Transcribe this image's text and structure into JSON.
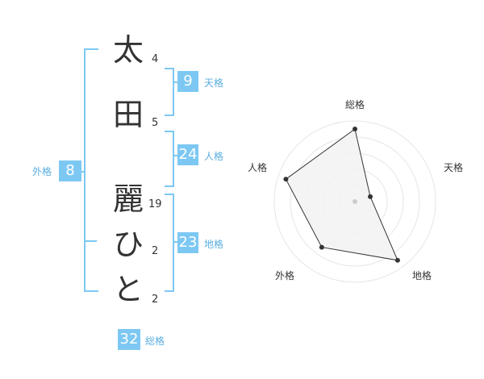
{
  "name": {
    "chars": [
      {
        "char": "太",
        "strokes": "4"
      },
      {
        "char": "田",
        "strokes": "5"
      },
      {
        "char": "麗",
        "strokes": "19"
      },
      {
        "char": "ひ",
        "strokes": "2"
      },
      {
        "char": "と",
        "strokes": "2"
      }
    ]
  },
  "kaku": {
    "tenkaku": {
      "label": "天格",
      "value": "9"
    },
    "jinkaku": {
      "label": "人格",
      "value": "24"
    },
    "chikaku": {
      "label": "地格",
      "value": "23"
    },
    "gaikaku": {
      "label": "外格",
      "value": "8"
    },
    "soukaku": {
      "label": "総格",
      "value": "32"
    }
  },
  "colors": {
    "accent": "#7dc8f3",
    "label_text": "#5aaee0",
    "text": "#333333",
    "radar_fill": "#f2f2f2",
    "radar_line": "#333333",
    "grid": "#e6e6e6"
  },
  "chart_data": {
    "type": "radar",
    "axes": [
      "総格",
      "天格",
      "地格",
      "外格",
      "人格"
    ],
    "values": [
      4.5,
      1,
      4.5,
      3.5,
      4.5
    ],
    "range": [
      0,
      5
    ],
    "rings": 5
  }
}
